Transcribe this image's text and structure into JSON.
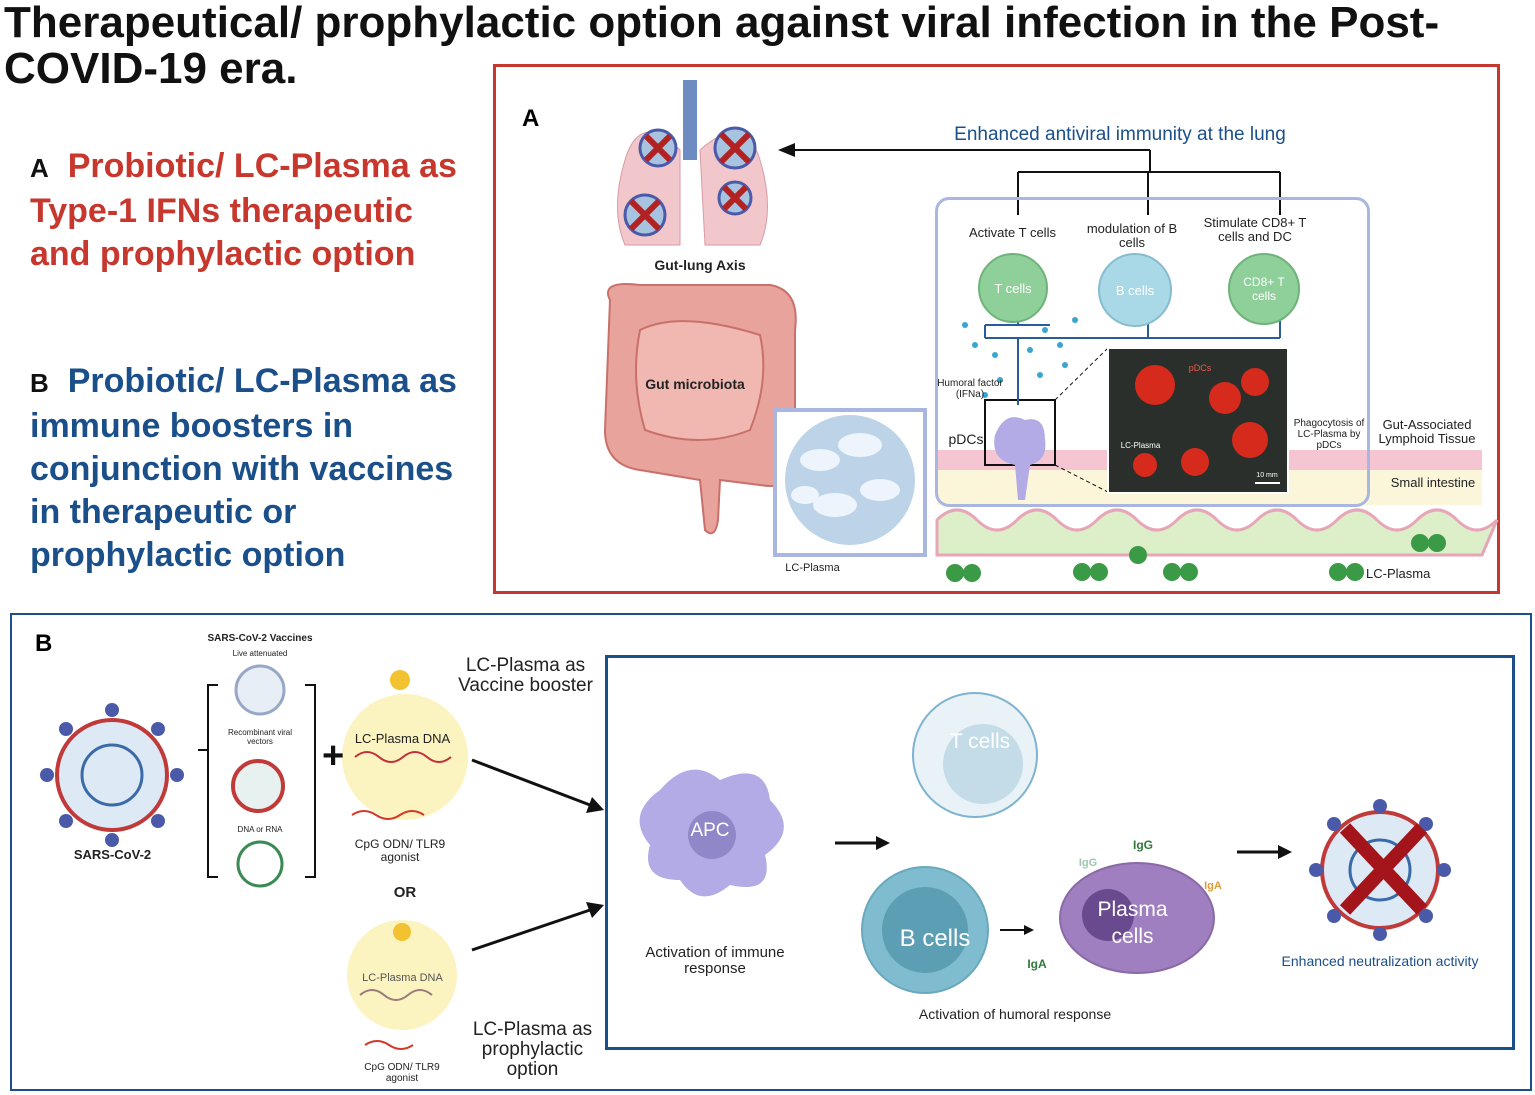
{
  "title": "Therapeutical/ prophylactic option against viral infection in the Post-COVID-19 era.",
  "captions": {
    "a_letter": "A",
    "a_text": "Probiotic/ LC-Plasma as Type-1 IFNs therapeutic and prophylactic option",
    "b_letter": "B",
    "b_text": "Probiotic/ LC-Plasma as immune boosters in conjunction with vaccines in therapeutic or prophylactic option"
  },
  "panel_a": {
    "letter": "A",
    "lung_arrow_label": "Enhanced antiviral immunity at the lung",
    "gut_lung_axis": "Gut-lung Axis",
    "gut_microbiota": "Gut microbiota",
    "lc_plasma_photo": "LC-Plasma",
    "activate_t": "Activate T cells",
    "modulation_b": "modulation of B cells",
    "stimulate_cd8": "Stimulate CD8+ T cells and DC",
    "t_cells": "T cells",
    "b_cells": "B cells",
    "cd8_cells": "CD8+ T cells",
    "humoral_factor": "Humoral factor (IFNa)",
    "pdcs": "pDCs",
    "micro_pdcs": "pDCs",
    "micro_lc": "LC-Plasma",
    "micro_scale": "10 mm",
    "phagocytosis": "Phagocytosis of LC-Plasma by pDCs",
    "galt": "Gut-Associated Lymphoid Tissue",
    "small_intestine": "Small intestine",
    "lc_plasma_legend": "LC-Plasma"
  },
  "panel_b": {
    "letter": "B",
    "vaccines_title": "SARS-CoV-2 Vaccines",
    "live_attenuated": "Live attenuated",
    "recombinant": "Recombinant viral vectors",
    "dna_rna": "DNA or RNA",
    "sars_cov2": "SARS-CoV-2",
    "plus": "+",
    "lc_dna_top": "LC-Plasma DNA",
    "cpg_top": "CpG ODN/ TLR9 agonist",
    "or": "OR",
    "lc_dna_bottom": "LC-Plasma DNA",
    "cpg_bottom": "CpG ODN/ TLR9 agonist",
    "vaccine_booster": "LC-Plasma as Vaccine booster",
    "prophylactic": "LC-Plasma as prophylactic option",
    "apc": "APC",
    "activation_immune": "Activation of immune response",
    "t_cells": "T cells",
    "b_cells": "B cells",
    "plasma_cells": "Plasma cells",
    "igg1": "IgG",
    "igg2": "IgG",
    "iga1": "IgA",
    "iga2": "IgA",
    "activation_humoral": "Activation of humoral response",
    "neutralization": "Enhanced neutralization activity"
  },
  "colors": {
    "red": "#c8372d",
    "blue": "#1b4f8a",
    "green_cell": "#8fd09a",
    "b_cell": "#a9d8e6",
    "apc": "#b3abe6"
  }
}
